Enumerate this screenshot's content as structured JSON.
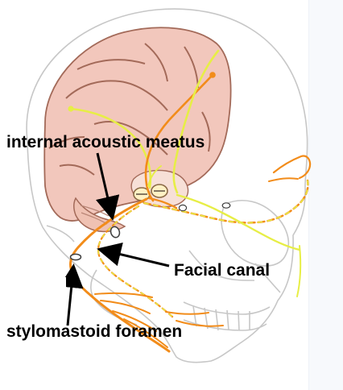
{
  "labels": {
    "internal_acoustic_meatus": "internal acoustic meatus",
    "facial_canal": "Facial canal",
    "stylomastoid_foramen": "stylomastoid foramen"
  },
  "colors": {
    "brain": "#f2c7bc",
    "brain_outline": "#a36a59",
    "nerve_orange": "#f28c1a",
    "nerve_yellow": "#e7ee46",
    "skull_outline": "#bfbfbf",
    "label_text": "#000000",
    "arrow": "#000000"
  }
}
